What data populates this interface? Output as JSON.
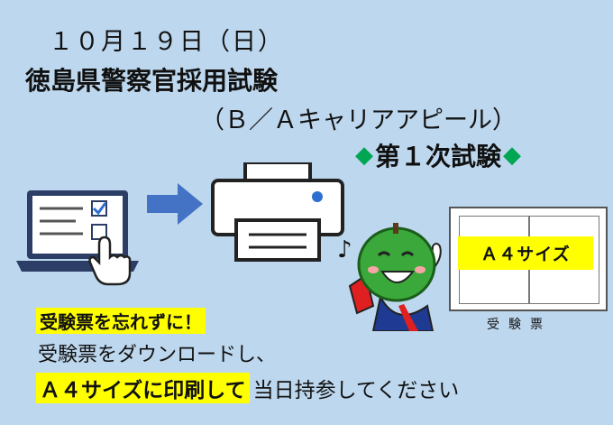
{
  "heading": {
    "date": "１０月１９日（日）",
    "title": "徳島県警察官採用試験",
    "subtitle": "（Ｂ／Ａキャリアアピール）",
    "stage": "第１次試験"
  },
  "illustrations": {
    "laptop": "laptop-with-checklist-icon",
    "arrow": "right-arrow-icon",
    "printer": "printer-icon",
    "music_note": "♪",
    "mascot": "sudachi-kun-mascot"
  },
  "paper": {
    "size_label": "Ａ４サイズ",
    "caption": "受験票"
  },
  "note": {
    "heading": "受験票を忘れずに！",
    "line1": "受験票をダウンロードし、",
    "line2_highlight": "Ａ４サイズに印刷して",
    "line2_rest": "当日持参してください"
  },
  "colors": {
    "background": "#bdd7ee",
    "highlight": "#ffff00",
    "accent_green": "#00a651",
    "arrow_blue": "#4472c4"
  }
}
